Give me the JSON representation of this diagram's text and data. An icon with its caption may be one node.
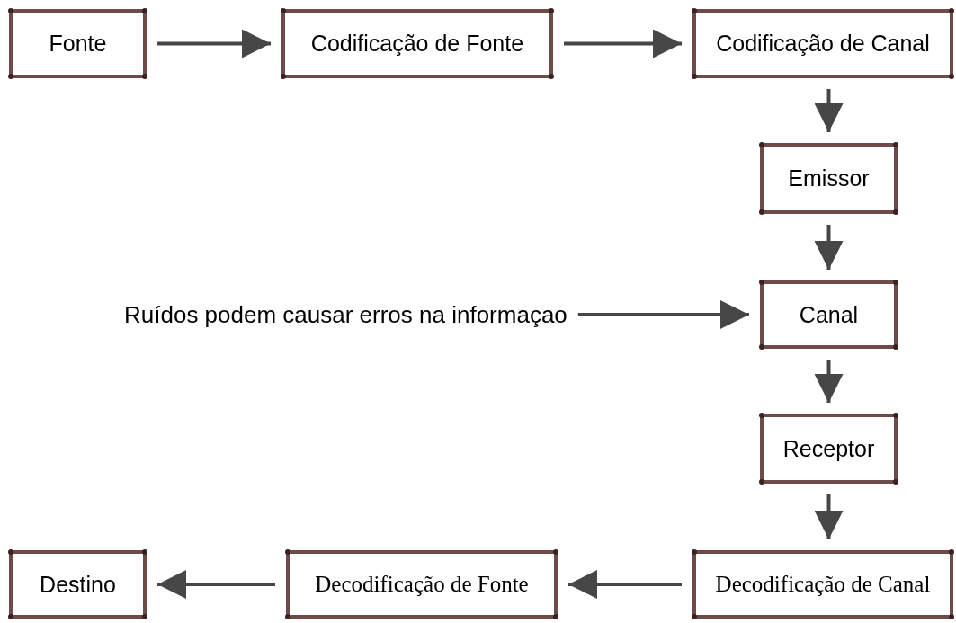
{
  "diagram": {
    "nodes": [
      {
        "text": [
          "Fonte"
        ]
      },
      {
        "text": [
          "Codificação de Fonte"
        ]
      },
      {
        "text": [
          "Codificação de Canal"
        ]
      },
      {
        "text": [
          "Emissor"
        ]
      },
      {
        "text": [
          "Canal"
        ]
      },
      {
        "text": [
          "Receptor"
        ]
      },
      {
        "text": [
          "Decodificação de Canal"
        ]
      },
      {
        "text": [
          "Decodificação de Fonte"
        ]
      },
      {
        "text": [
          "Destino"
        ]
      },
      {
        "text": [
          "Ruídos podem causar erros na informaçao"
        ]
      }
    ],
    "edges": [
      {
        "from": 0,
        "to": 1,
        "arrow": "to"
      },
      {
        "from": 1,
        "to": 2,
        "arrow": "to"
      },
      {
        "from": 2,
        "to": 3,
        "arrow": "to"
      },
      {
        "from": 3,
        "to": 4,
        "arrow": "to"
      },
      {
        "from": 9,
        "to": 4,
        "arrow": "to"
      },
      {
        "from": 4,
        "to": 5,
        "arrow": "to"
      },
      {
        "from": 5,
        "to": 6,
        "arrow": "to"
      },
      {
        "from": 6,
        "to": 7,
        "arrow": "to"
      },
      {
        "from": 7,
        "to": 8,
        "arrow": "to"
      }
    ]
  }
}
